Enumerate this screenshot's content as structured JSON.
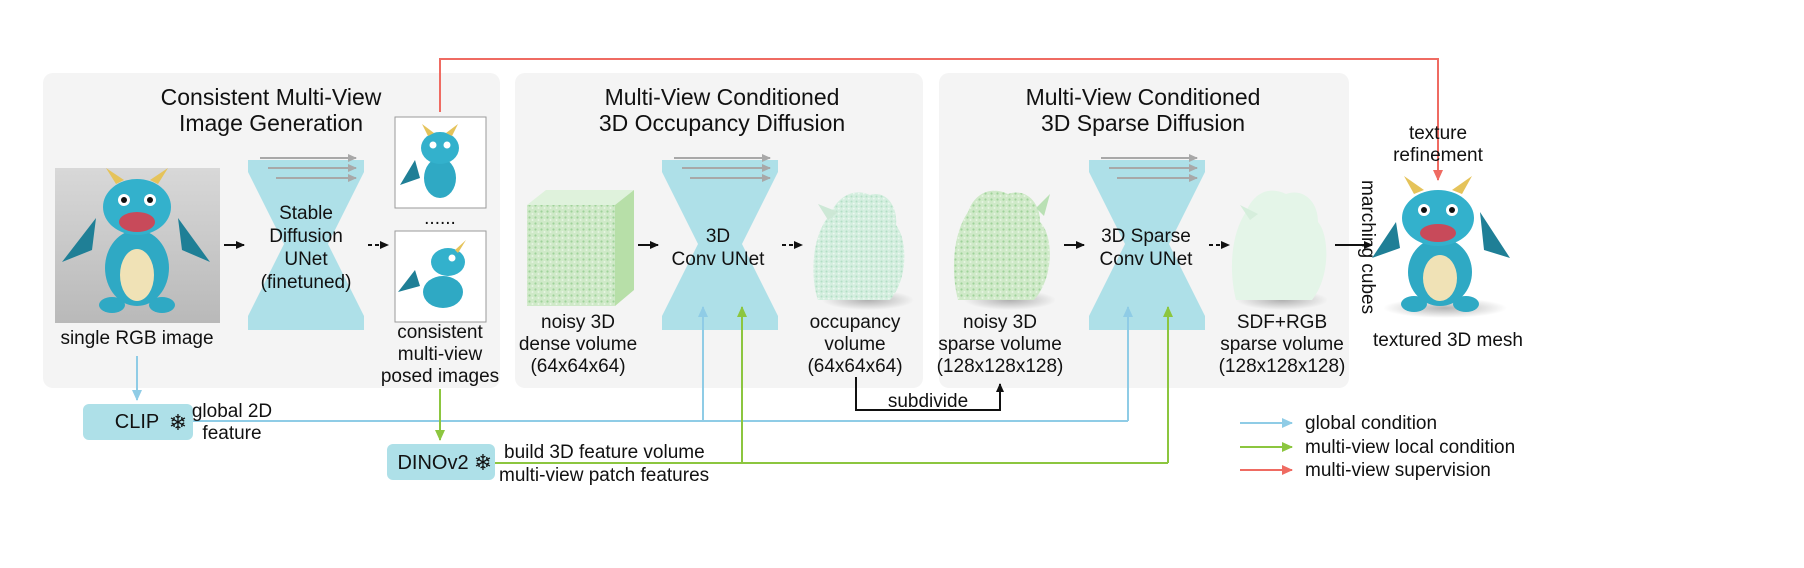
{
  "panels": [
    {
      "title_line1": "Consistent Multi-View",
      "title_line2": "Image Generation"
    },
    {
      "title_line1": "Multi-View Conditioned",
      "title_line2": "3D Occupancy Diffusion"
    },
    {
      "title_line1": "Multi-View Conditioned",
      "title_line2": "3D Sparse Diffusion"
    }
  ],
  "unets": [
    {
      "lines": [
        "Stable",
        "Diffusion",
        "UNet",
        "(finetuned)"
      ]
    },
    {
      "lines": [
        "3D",
        "Conv UNet"
      ]
    },
    {
      "lines": [
        "3D Sparse",
        "Conv UNet"
      ]
    }
  ],
  "labels": {
    "input_image": "single RGB image",
    "ellipsis": "......",
    "mv_images": [
      "consistent",
      "multi-view",
      "posed images"
    ],
    "noisy_dense": [
      "noisy 3D",
      "dense volume",
      "(64x64x64)"
    ],
    "occupancy": [
      "occupancy",
      "volume",
      "(64x64x64)"
    ],
    "noisy_sparse": [
      "noisy 3D",
      "sparse volume",
      "(128x128x128)"
    ],
    "sdf_rgb": [
      "SDF+RGB",
      "sparse volume",
      "(128x128x128)"
    ],
    "marching_cubes": "marching cubes",
    "texture_refinement": [
      "texture",
      "refinement"
    ],
    "textured_mesh": "textured 3D mesh",
    "subdivide": "subdivide",
    "global_feature": [
      "global 2D",
      "feature"
    ],
    "build_feature": "build 3D feature volume",
    "patch_features": "multi-view patch features"
  },
  "encoders": {
    "clip": "CLIP",
    "dino": "DINOv2"
  },
  "legend": [
    {
      "label": "global condition",
      "color": "#8fcce6"
    },
    {
      "label": "multi-view local condition",
      "color": "#8cc63f"
    },
    {
      "label": "multi-view supervision",
      "color": "#ef6b62"
    }
  ],
  "colors": {
    "unet_fill": "#aee0e8",
    "panel_fill": "#f4f4f4",
    "global_condition": "#8fcce6",
    "local_condition": "#8cc63f",
    "supervision": "#ef6b62",
    "dragon_body": "#2fa9c4",
    "volume_green": "#bfe6c2"
  }
}
